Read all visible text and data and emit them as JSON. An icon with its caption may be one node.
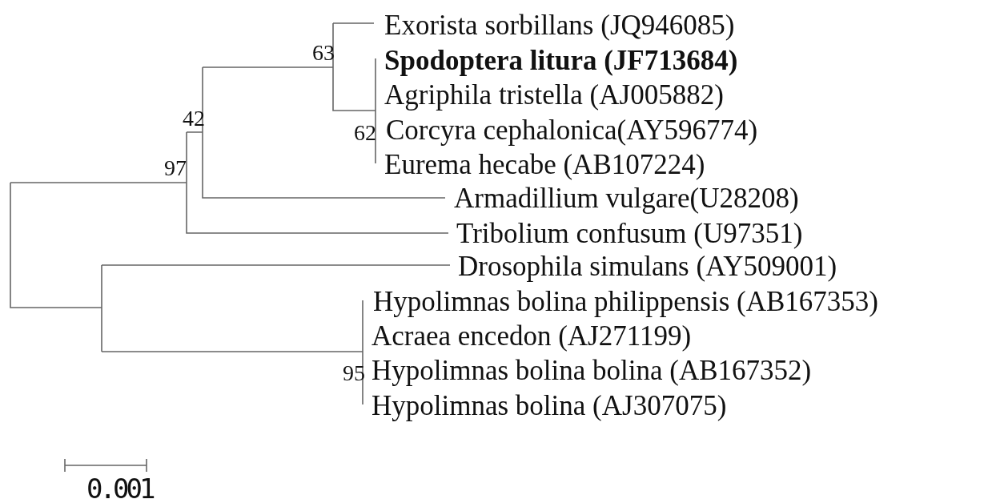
{
  "diagram": {
    "labels": [
      "Exorista sorbillans (JQ946085)",
      "63",
      "Spodoptera litura (JF713684)",
      "Agriphila tristella (AJ005882)",
      "42",
      "62",
      "Corcyra cephalonica(AY596774)",
      "Eurema hecabe (AB107224)",
      "97",
      "Armadillium vulgare(U28208)",
      "Tribolium confusum (U97351)",
      "Drosophila simulans (AY509001)",
      "Hypolimnas bolina philippensis (AB167353)",
      "Acraea encedon (AJ271199)",
      "95",
      "Hypolimnas bolina bolina (AB167352)",
      "Hypolimnas bolina (AJ307075)",
      "0.001"
    ]
  }
}
